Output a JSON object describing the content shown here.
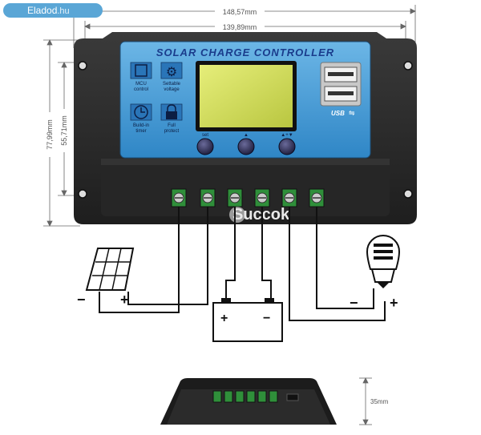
{
  "badge": {
    "brand": "Eladod",
    "domain": ".hu"
  },
  "dimensions": {
    "width_outer": "148,57mm",
    "width_inner": "139,89mm",
    "height_outer": "77,99mm",
    "height_inner": "55,71mm",
    "depth": "35mm"
  },
  "panel": {
    "title": "SOLAR CHARGE CONTROLLER",
    "features": [
      {
        "icon": "chip-icon",
        "line1": "MCU",
        "line2": "control"
      },
      {
        "icon": "gear-icon",
        "line1": "Settable",
        "line2": "voltage"
      },
      {
        "icon": "clock-icon",
        "line1": "Build-in",
        "line2": "timer"
      },
      {
        "icon": "lock-icon",
        "line1": "Full",
        "line2": "protect"
      }
    ],
    "buttons": [
      "set",
      "▲",
      "▲+▼"
    ],
    "usb_label": "USB"
  },
  "watermark": "Succok",
  "polarity": {
    "panel_minus": "−",
    "panel_plus": "+",
    "battery_plus": "+",
    "battery_minus": "−",
    "load_minus": "−",
    "load_plus": "+"
  },
  "colors": {
    "body": "#2b2b2b",
    "face": "#4a9fd8",
    "lcd": "#d6e05c",
    "title": "#1a3c8c"
  }
}
